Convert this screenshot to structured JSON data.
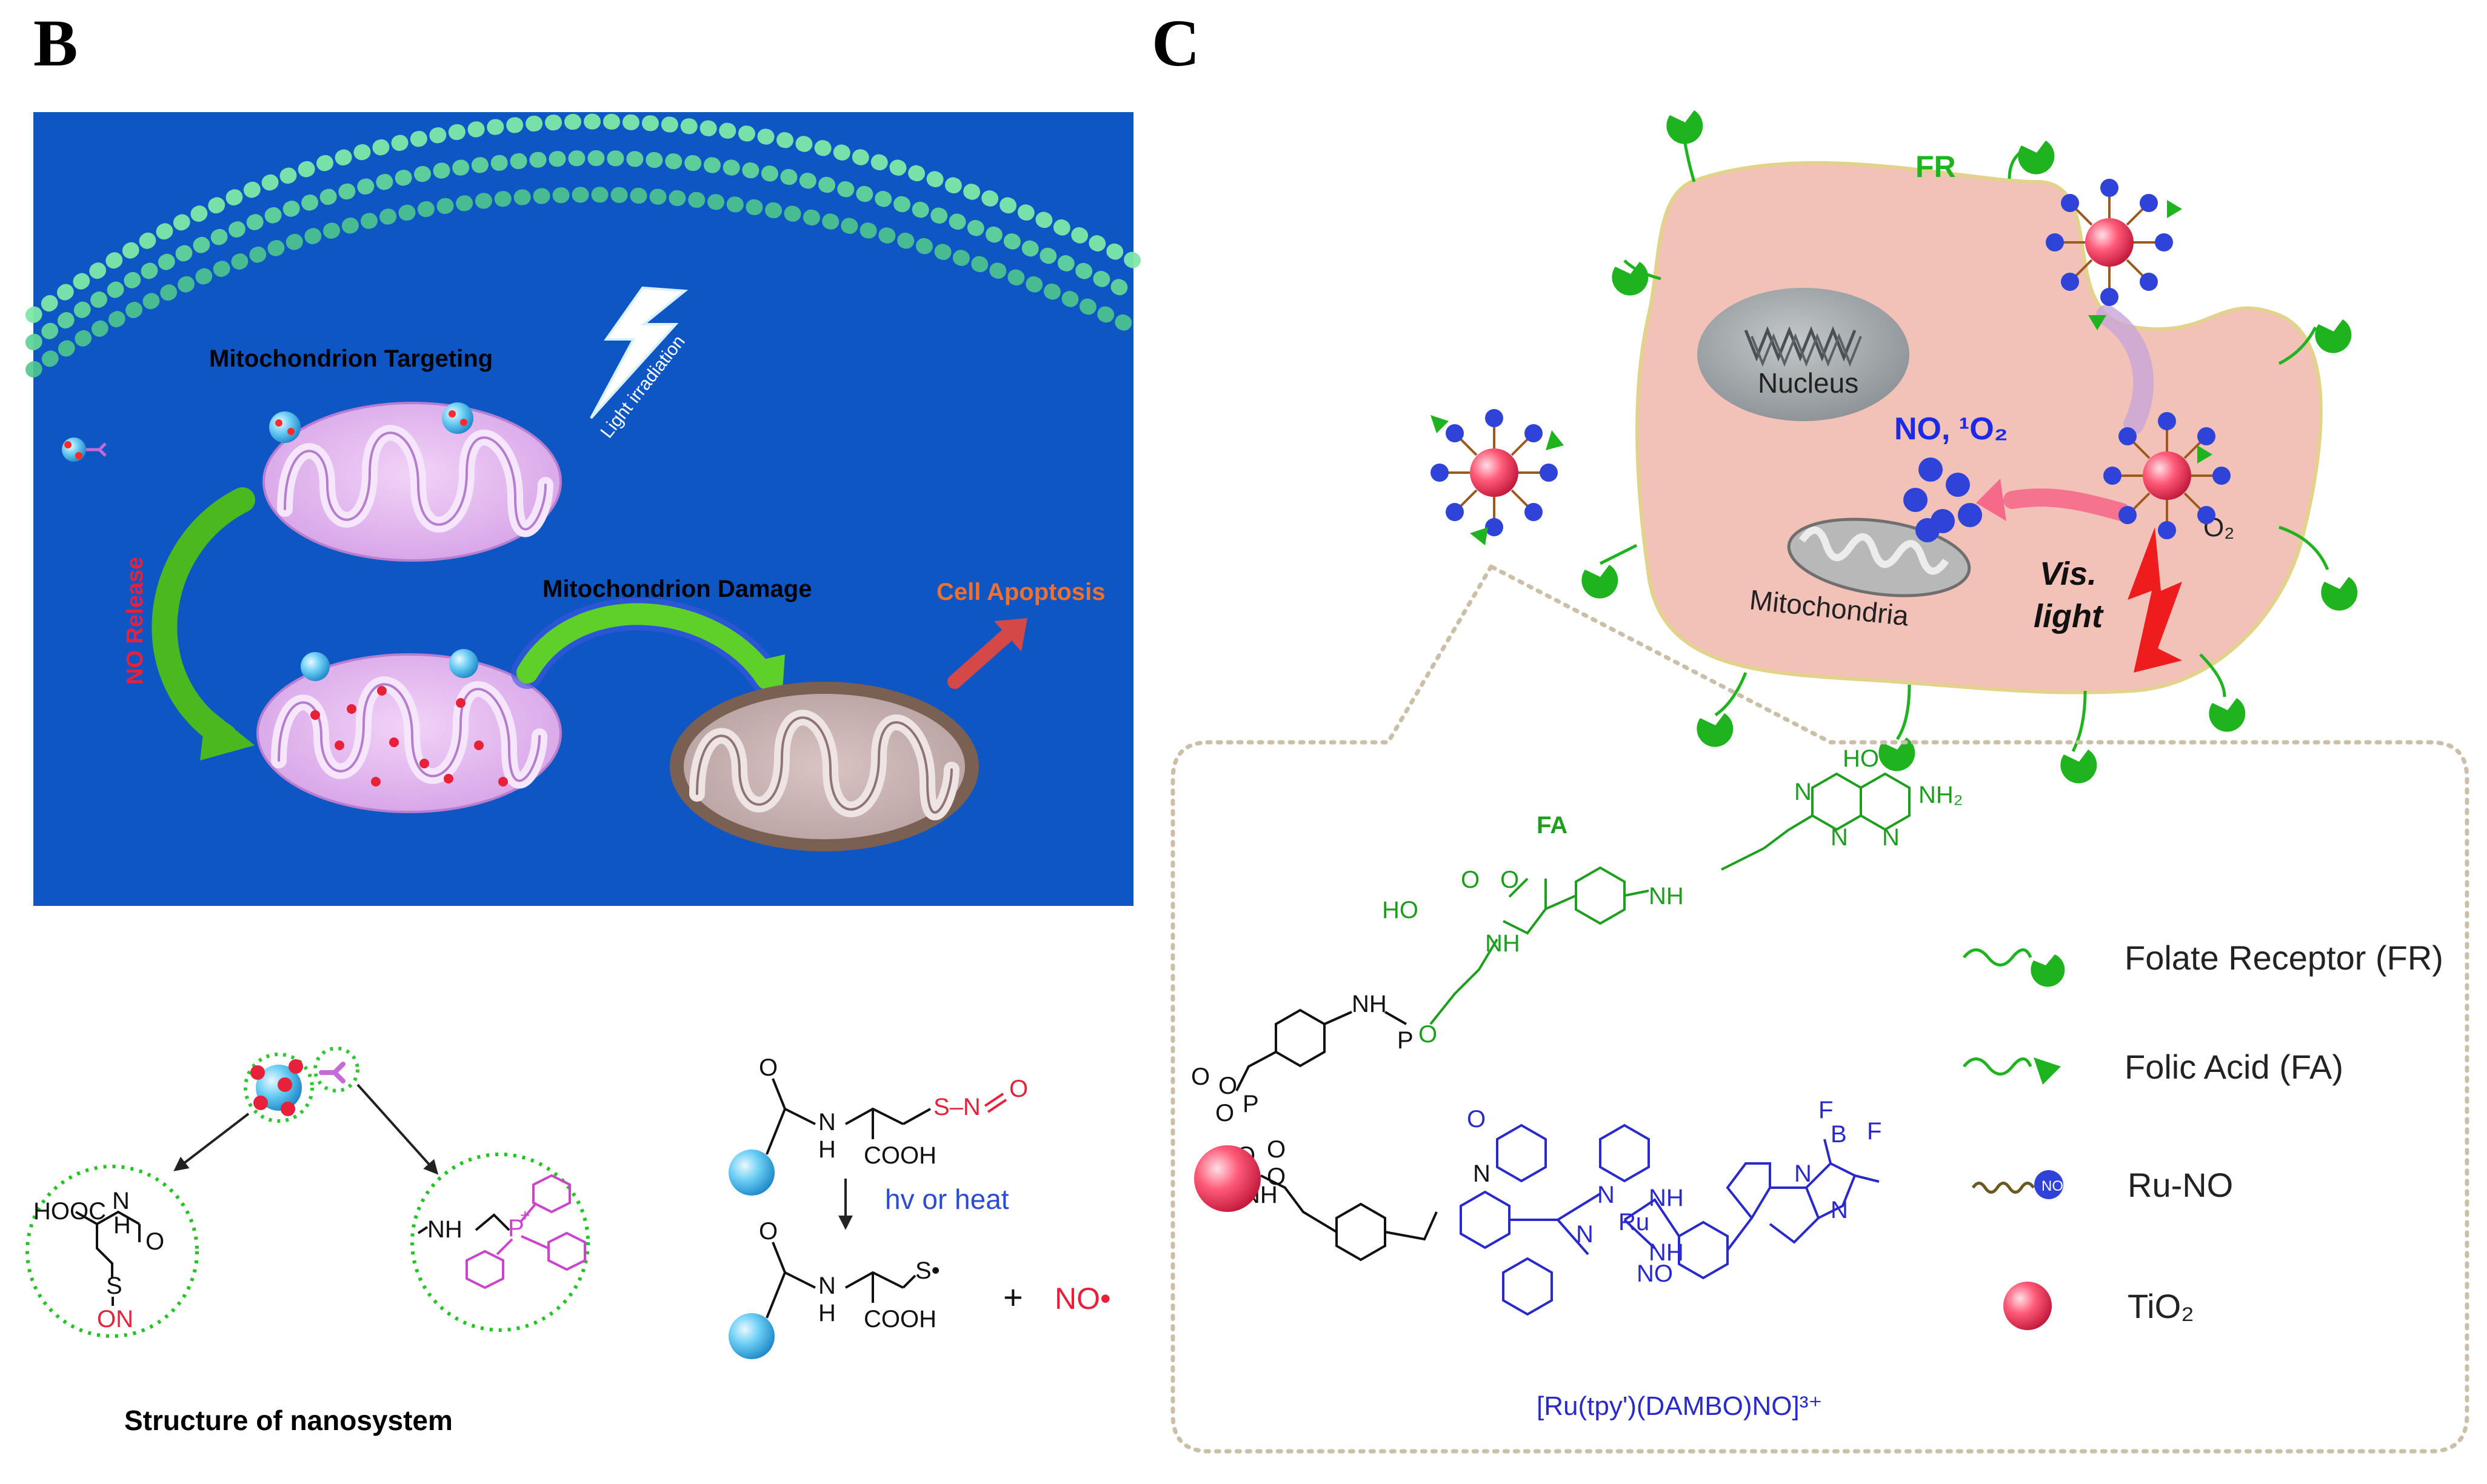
{
  "panel_b": {
    "letter": "B",
    "mito_targeting": "Mitochondrion Targeting",
    "light_irradiation": "Light irradiation",
    "no_release": "NO Release",
    "mito_damage": "Mitochondrion Damage",
    "cell_apoptosis": "Cell Apoptosis",
    "structure_caption": "Structure of nanosystem",
    "reaction_condition": "hv  or heat",
    "reactant_groups": [
      "S–N",
      "O"
    ],
    "nh": "N",
    "h": "H",
    "cooh": "COOH",
    "s_radical": "S•",
    "plus": "+",
    "no_radical": "NO•",
    "left_circle_groups": [
      "HOOC",
      "N",
      "H",
      "O",
      "S",
      "ON"
    ],
    "right_circle_groups": [
      "NH",
      "P",
      "+"
    ]
  },
  "panel_c": {
    "letter": "C",
    "fr": "FR",
    "nucleus": "Nucleus",
    "no_1o2": "NO, ¹O₂",
    "mitochondria": "Mitochondria",
    "vis": "Vis.",
    "light": "light",
    "o2": "O₂",
    "fa": "FA",
    "particle_label": "NO",
    "molecule_name": "[Ru(tpy')(DAMBO)NO]³⁺",
    "chem_labels": [
      "HO",
      "N",
      "NH₂",
      "N",
      "N",
      "NH",
      "HO",
      "O",
      "NH",
      "O",
      "O",
      "NH",
      "P",
      "O",
      "O",
      "O",
      "P",
      "O",
      "O",
      "O",
      "NH",
      "N",
      "N",
      "Ru",
      "NO",
      "N",
      "NH",
      "NH",
      "B",
      "F",
      "F",
      "N",
      "N",
      "O"
    ],
    "legend": [
      {
        "label": "Folate Receptor (FR)",
        "icon": "folate-receptor-icon"
      },
      {
        "label": "Folic Acid (FA)",
        "icon": "folic-acid-icon"
      },
      {
        "label": "Ru-NO",
        "icon": "ru-no-icon"
      },
      {
        "label": "TiO₂",
        "icon": "tio2-sphere-icon"
      }
    ]
  },
  "colors": {
    "panel_b_background": "#0d56c4",
    "mitochondrion": "#e2b2ee",
    "damaged_mitochondrion": "#8a7062",
    "arrow_green": "#5fcf2a",
    "label_red": "#e8213a",
    "cell_pink": "#f2c2b8",
    "receptor_green": "#1fb41f",
    "ligand_green": "#1e9e1e",
    "ligand_blue": "#2a2acc",
    "dotted_border": "#cbbfa8"
  }
}
